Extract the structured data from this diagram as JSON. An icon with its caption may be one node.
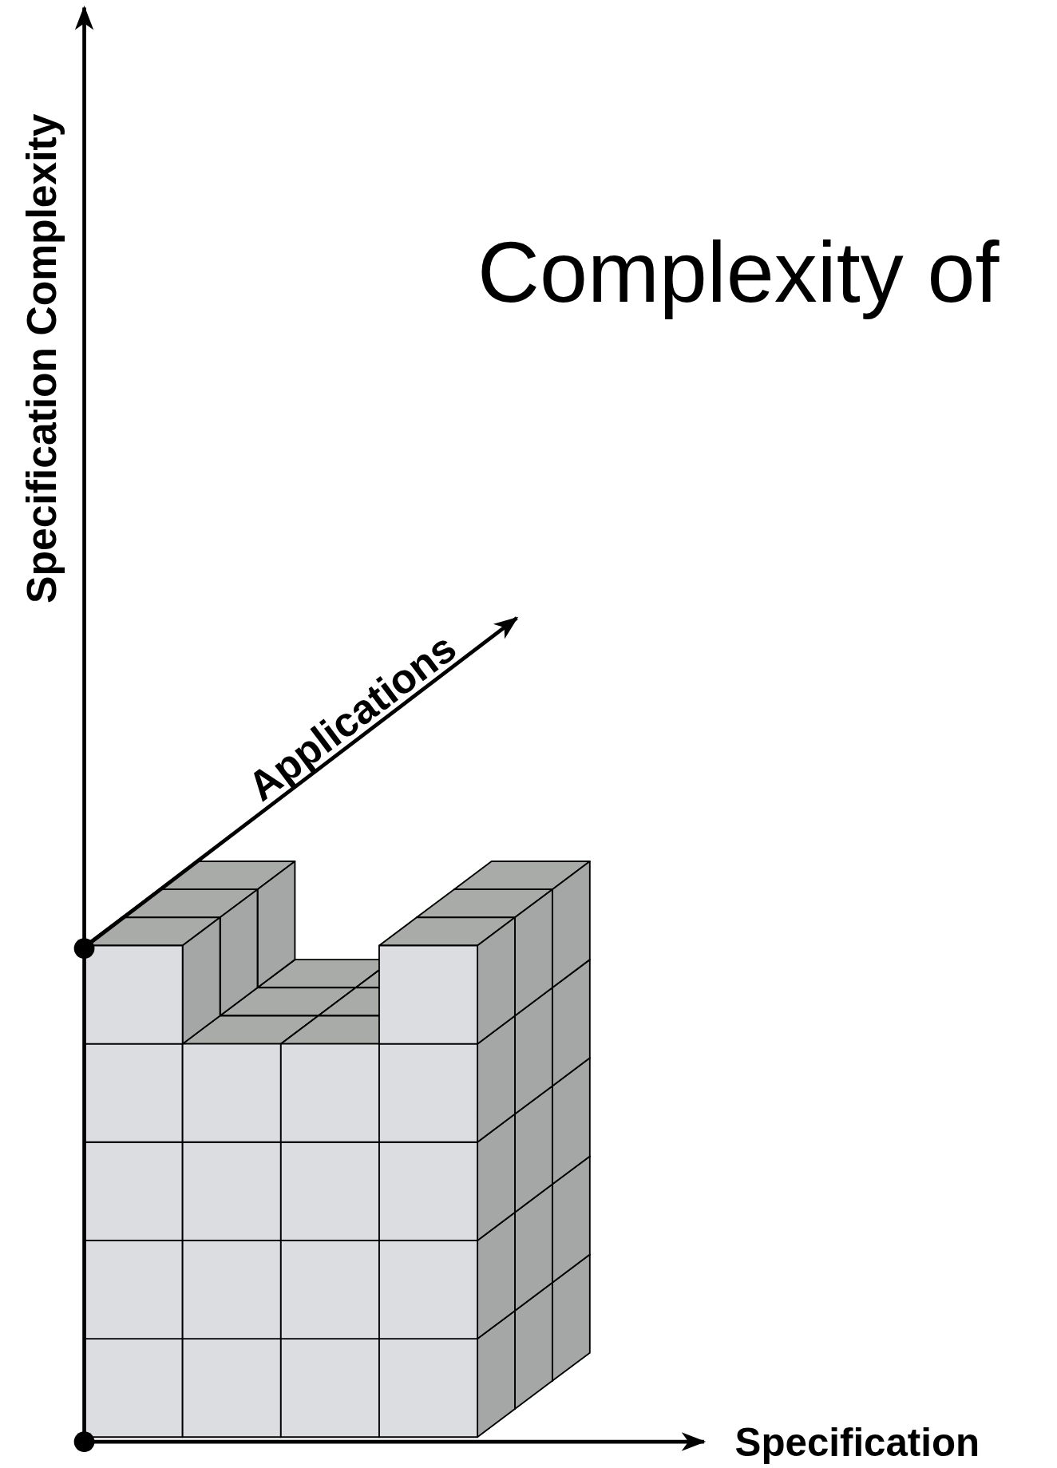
{
  "diagram": {
    "title": "Complexity of",
    "labels": [
      "Specification Complexity",
      "Applications",
      "Specification"
    ]
  }
}
